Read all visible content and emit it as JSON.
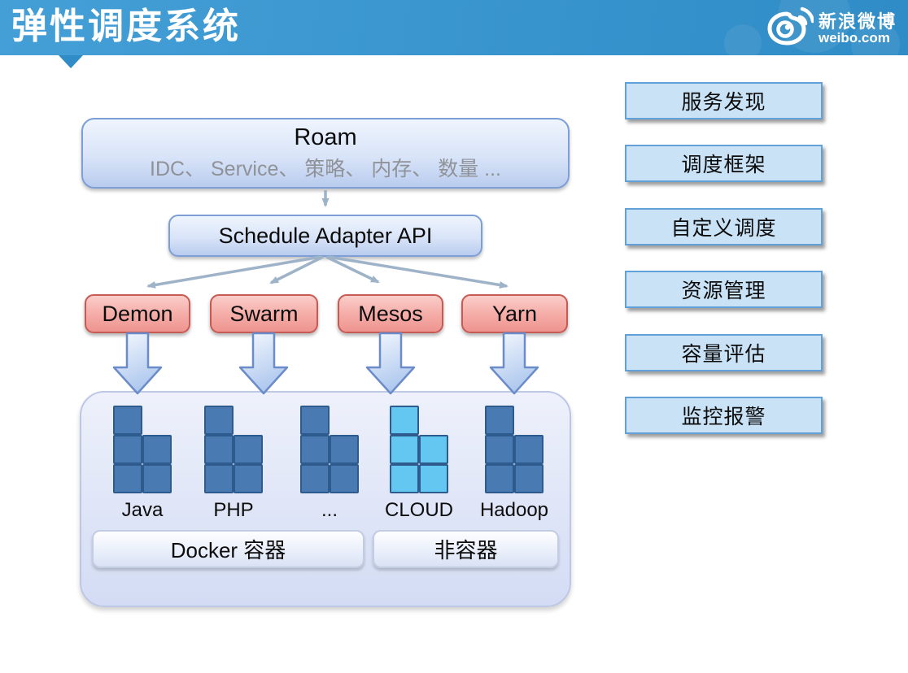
{
  "header": {
    "title": "弹性调度系统",
    "logo_icon": "weibo-eye-icon",
    "logo_cn": "新浪微博",
    "logo_en": "weibo.com"
  },
  "diagram": {
    "roam": {
      "title": "Roam",
      "subtitle": "IDC、 Service、 策略、 内存、 数量 ..."
    },
    "adapter_label": "Schedule Adapter API",
    "schedulers": [
      {
        "label": "Demon"
      },
      {
        "label": "Swarm"
      },
      {
        "label": "Mesos"
      },
      {
        "label": "Yarn"
      }
    ],
    "clusters": [
      {
        "label": "Java",
        "variant": "dark"
      },
      {
        "label": "PHP",
        "variant": "dark"
      },
      {
        "label": "...",
        "variant": "dark"
      },
      {
        "label": "CLOUD",
        "variant": "light"
      },
      {
        "label": "Hadoop",
        "variant": "dark"
      }
    ],
    "runtime_groups": [
      {
        "label": "Docker 容器"
      },
      {
        "label": "非容器"
      }
    ]
  },
  "sidebar": {
    "items": [
      {
        "label": "服务发现"
      },
      {
        "label": "调度框架"
      },
      {
        "label": "自定义调度"
      },
      {
        "label": "资源管理"
      },
      {
        "label": "容量评估"
      },
      {
        "label": "监控报警"
      }
    ]
  },
  "colors": {
    "header-blue": "#459FD7",
    "header-blue-dark": "#2F8CC6",
    "box-blue-border": "#7D9ED6",
    "box-blue-top": "#EFF5FE",
    "box-blue-bottom": "#B9CCEE",
    "red-border": "#C85A54",
    "red-top": "#FACDC9",
    "red-bottom": "#EE948F",
    "block-dark": "#4A7AB2",
    "block-border": "#2E5B8E",
    "block-light": "#63C7F2",
    "container-top": "#EEF1FB",
    "container-bottom": "#D3DCF4",
    "container-border": "#BCC8E4",
    "arrow-thin": "#9FB3C8",
    "sidebar-fill": "#C9E2F6",
    "sidebar-border": "#62A0D8"
  }
}
